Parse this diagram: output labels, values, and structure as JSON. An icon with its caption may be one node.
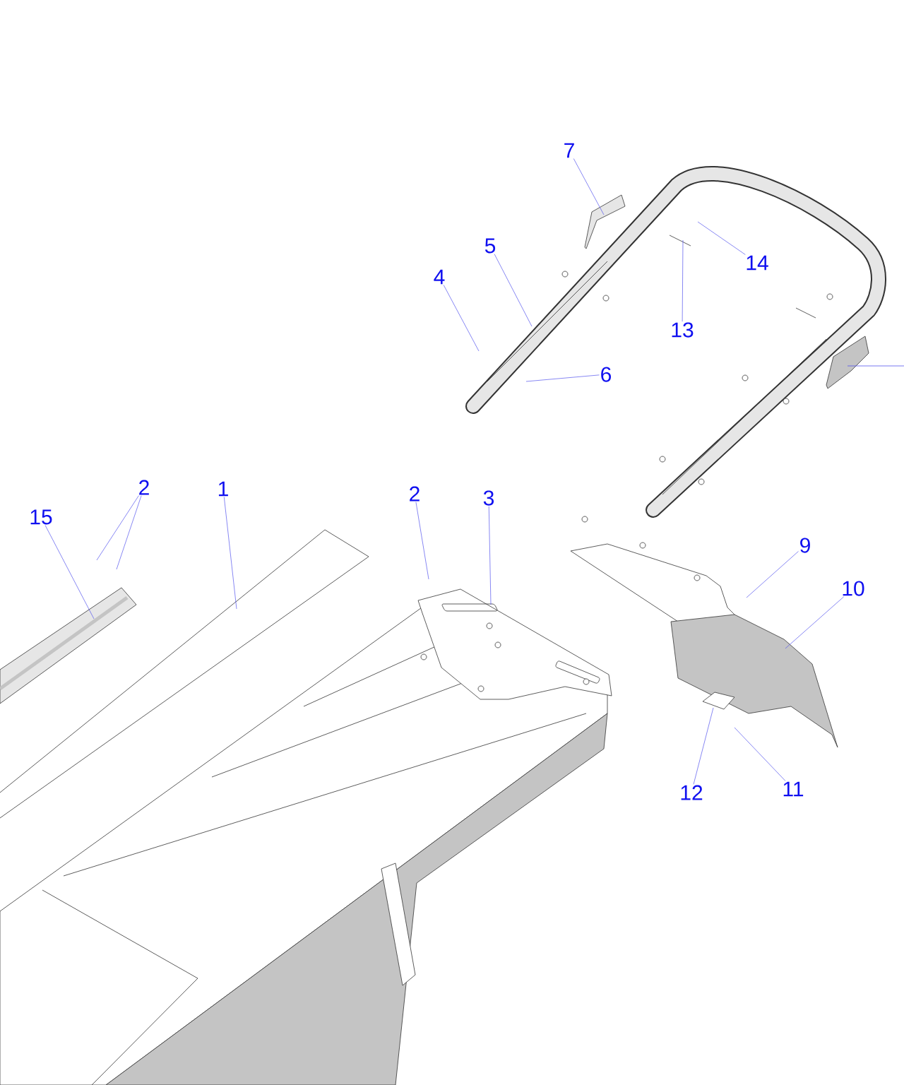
{
  "diagram": {
    "nodes": [
      {
        "text": [
          "15"
        ]
      },
      {
        "text": [
          "2"
        ]
      },
      {
        "text": [
          "1"
        ]
      },
      {
        "text": [
          "2"
        ]
      },
      {
        "text": [
          "3"
        ]
      },
      {
        "text": [
          "4"
        ]
      },
      {
        "text": [
          "5"
        ]
      },
      {
        "text": [
          "6"
        ]
      },
      {
        "text": [
          "7"
        ]
      },
      {
        "text": [
          "13"
        ]
      },
      {
        "text": [
          "14"
        ]
      },
      {
        "text": [
          "9"
        ]
      },
      {
        "text": [
          "10"
        ]
      },
      {
        "text": [
          "12"
        ]
      },
      {
        "text": [
          "11"
        ]
      }
    ],
    "edges": [
      {
        "from": 0,
        "to": null,
        "arrow": "none"
      },
      {
        "from": 1,
        "to": null,
        "arrow": "none"
      },
      {
        "from": 1,
        "to": null,
        "arrow": "none"
      },
      {
        "from": 2,
        "to": null,
        "arrow": "none"
      },
      {
        "from": 3,
        "to": null,
        "arrow": "none"
      },
      {
        "from": 4,
        "to": null,
        "arrow": "none"
      },
      {
        "from": 5,
        "to": null,
        "arrow": "none"
      },
      {
        "from": 6,
        "to": null,
        "arrow": "none"
      },
      {
        "from": 7,
        "to": null,
        "arrow": "none"
      },
      {
        "from": 8,
        "to": null,
        "arrow": "none"
      },
      {
        "from": 9,
        "to": null,
        "arrow": "none"
      },
      {
        "from": 10,
        "to": null,
        "arrow": "none"
      },
      {
        "from": 11,
        "to": null,
        "arrow": "none"
      },
      {
        "from": 12,
        "to": null,
        "arrow": "none"
      },
      {
        "from": 13,
        "to": null,
        "arrow": "none"
      },
      {
        "from": 14,
        "to": null,
        "arrow": "none"
      }
    ]
  }
}
